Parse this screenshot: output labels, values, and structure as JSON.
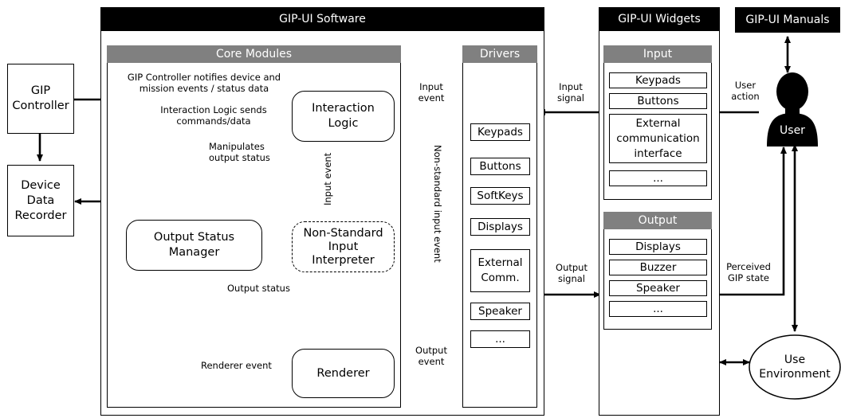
{
  "headers": {
    "software": "GIP-UI Software",
    "widgets": "GIP-UI Widgets",
    "manuals": "GIP-UI Manuals",
    "core_modules": "Core Modules",
    "drivers": "Drivers",
    "input": "Input",
    "output": "Output"
  },
  "external": {
    "gip_controller": "GIP\nController",
    "device_data_recorder": "Device\nData\nRecorder",
    "user": "User",
    "use_environment": "Use\nEnvironment"
  },
  "modules": {
    "interaction_logic": "Interaction\nLogic",
    "output_status_manager": "Output Status\nManager",
    "non_standard_interpreter": "Non-Standard\nInput\nInterpreter",
    "renderer": "Renderer"
  },
  "drivers": [
    "Keypads",
    "Buttons",
    "SoftKeys",
    "Displays",
    "External\nComm.",
    "Speaker",
    "..."
  ],
  "widgets_input": [
    "Keypads",
    "Buttons",
    "External\ncommunication\ninterface",
    "..."
  ],
  "widgets_output": [
    "Displays",
    "Buzzer",
    "Speaker",
    "..."
  ],
  "labels": {
    "controller_notifies": "GIP Controller notifies device and\nmission events / status data",
    "logic_sends": "Interaction Logic sends\ncommands/data",
    "manipulates": "Manipulates\noutput status",
    "input_event_vertical": "Input event",
    "non_standard_input_event": "Non-standard input event",
    "input_event": "Input\nevent",
    "input_signal": "Input\nsignal",
    "user_action": "User\naction",
    "output_status": "Output status",
    "output_signal": "Output\nsignal",
    "perceived_state": "Perceived\nGIP state",
    "renderer_event": "Renderer event",
    "output_event": "Output\nevent"
  }
}
